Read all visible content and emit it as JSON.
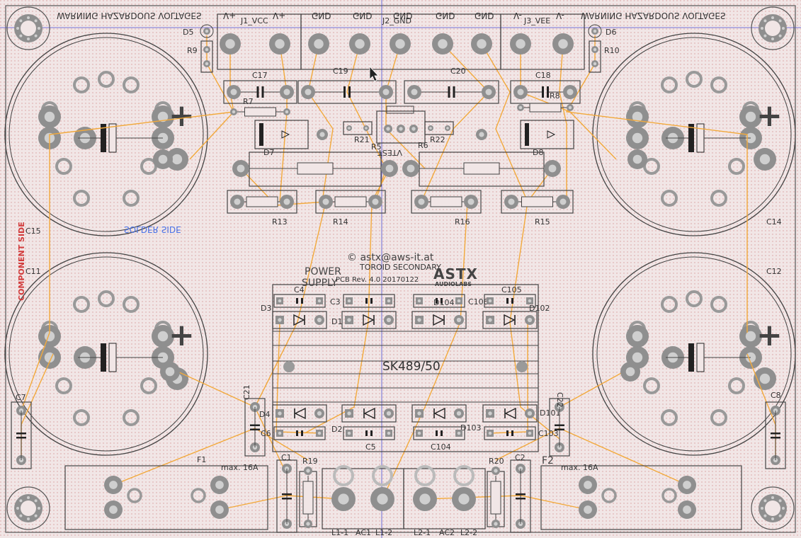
{
  "colors": {
    "board_bg": "#f1e6e6",
    "grid_dot": "#d79a9a",
    "silk": "#444444",
    "pad": "#8f8f8f",
    "pad_hole": "#cfcfcf",
    "trace": "#f2a93b",
    "cursor_line": "#4b4bd0",
    "component_side": "#d23c3c",
    "solder_side": "#4a73e8"
  },
  "warnings": {
    "left": "WARNING HAZARDOUS VOLTAGES",
    "right": "WARNING HAZARDOUS VOLTAGES"
  },
  "terminals": {
    "top": [
      {
        "label": "V+"
      },
      {
        "label": "V+"
      },
      {
        "label": "GND"
      },
      {
        "label": "GND"
      },
      {
        "label": "GND"
      },
      {
        "label": "GND"
      },
      {
        "label": "GND"
      },
      {
        "label": "V-"
      },
      {
        "label": "V-"
      }
    ],
    "headers": {
      "j1": "J1_VCC",
      "j2": "J2_GND",
      "j3": "J3_VEE"
    },
    "bottom": {
      "l11": "L1-1",
      "ac1": "AC1",
      "l12": "L1-2",
      "l21": "L2-1",
      "ac2": "AC2",
      "l22": "L2-2"
    }
  },
  "components": {
    "d5": "D5",
    "d6": "D6",
    "r9": "R9",
    "r10": "R10",
    "c17": "C17",
    "c19": "C19",
    "c20": "C20",
    "c18": "C18",
    "r7": "R7",
    "r8": "R8",
    "r21": "R21",
    "r22": "R22",
    "r5": "R5",
    "r6": "R6",
    "vtest": "VTEST",
    "d7": "D7",
    "d8": "D8",
    "r13": "R13",
    "r14": "R14",
    "r16": "R16",
    "r15": "R15",
    "c15": "C15",
    "c14": "C14",
    "c11": "C11",
    "c12": "C12",
    "c7": "C7",
    "c8": "C8",
    "c21": "C21",
    "c22": "C22",
    "c4": "C4",
    "c3": "C3",
    "c106": "C106",
    "c105": "C105",
    "d3": "D3",
    "d1": "D1",
    "d104": "D104",
    "d102": "D102",
    "d4": "D4",
    "d2": "D2",
    "d103": "D103",
    "d101": "D101",
    "c6": "C6",
    "c5": "C5",
    "c104": "C104",
    "c103": "C103",
    "c1": "C1",
    "c2": "C2",
    "r19": "R19",
    "r20": "R20",
    "f1": "F1",
    "f2": "F2",
    "f1_rating": "max. 16A",
    "f2_rating": "max. 16A"
  },
  "heatsink": "SK489/50",
  "text": {
    "copyright": "© astx@aws-it.at",
    "toroid": "TOROID SECONDARY",
    "power_line1": "POWER",
    "power_line2": "SUPPLY",
    "pcb_rev": "PCB Rev. 4.0 20170122",
    "logo": "ASTX",
    "logo_sub": "AUDIOLABS",
    "component_side": "COMPONENT SIDE",
    "solder_side": "SOLDER SIDE"
  },
  "symbols": {
    "plus": "+"
  }
}
